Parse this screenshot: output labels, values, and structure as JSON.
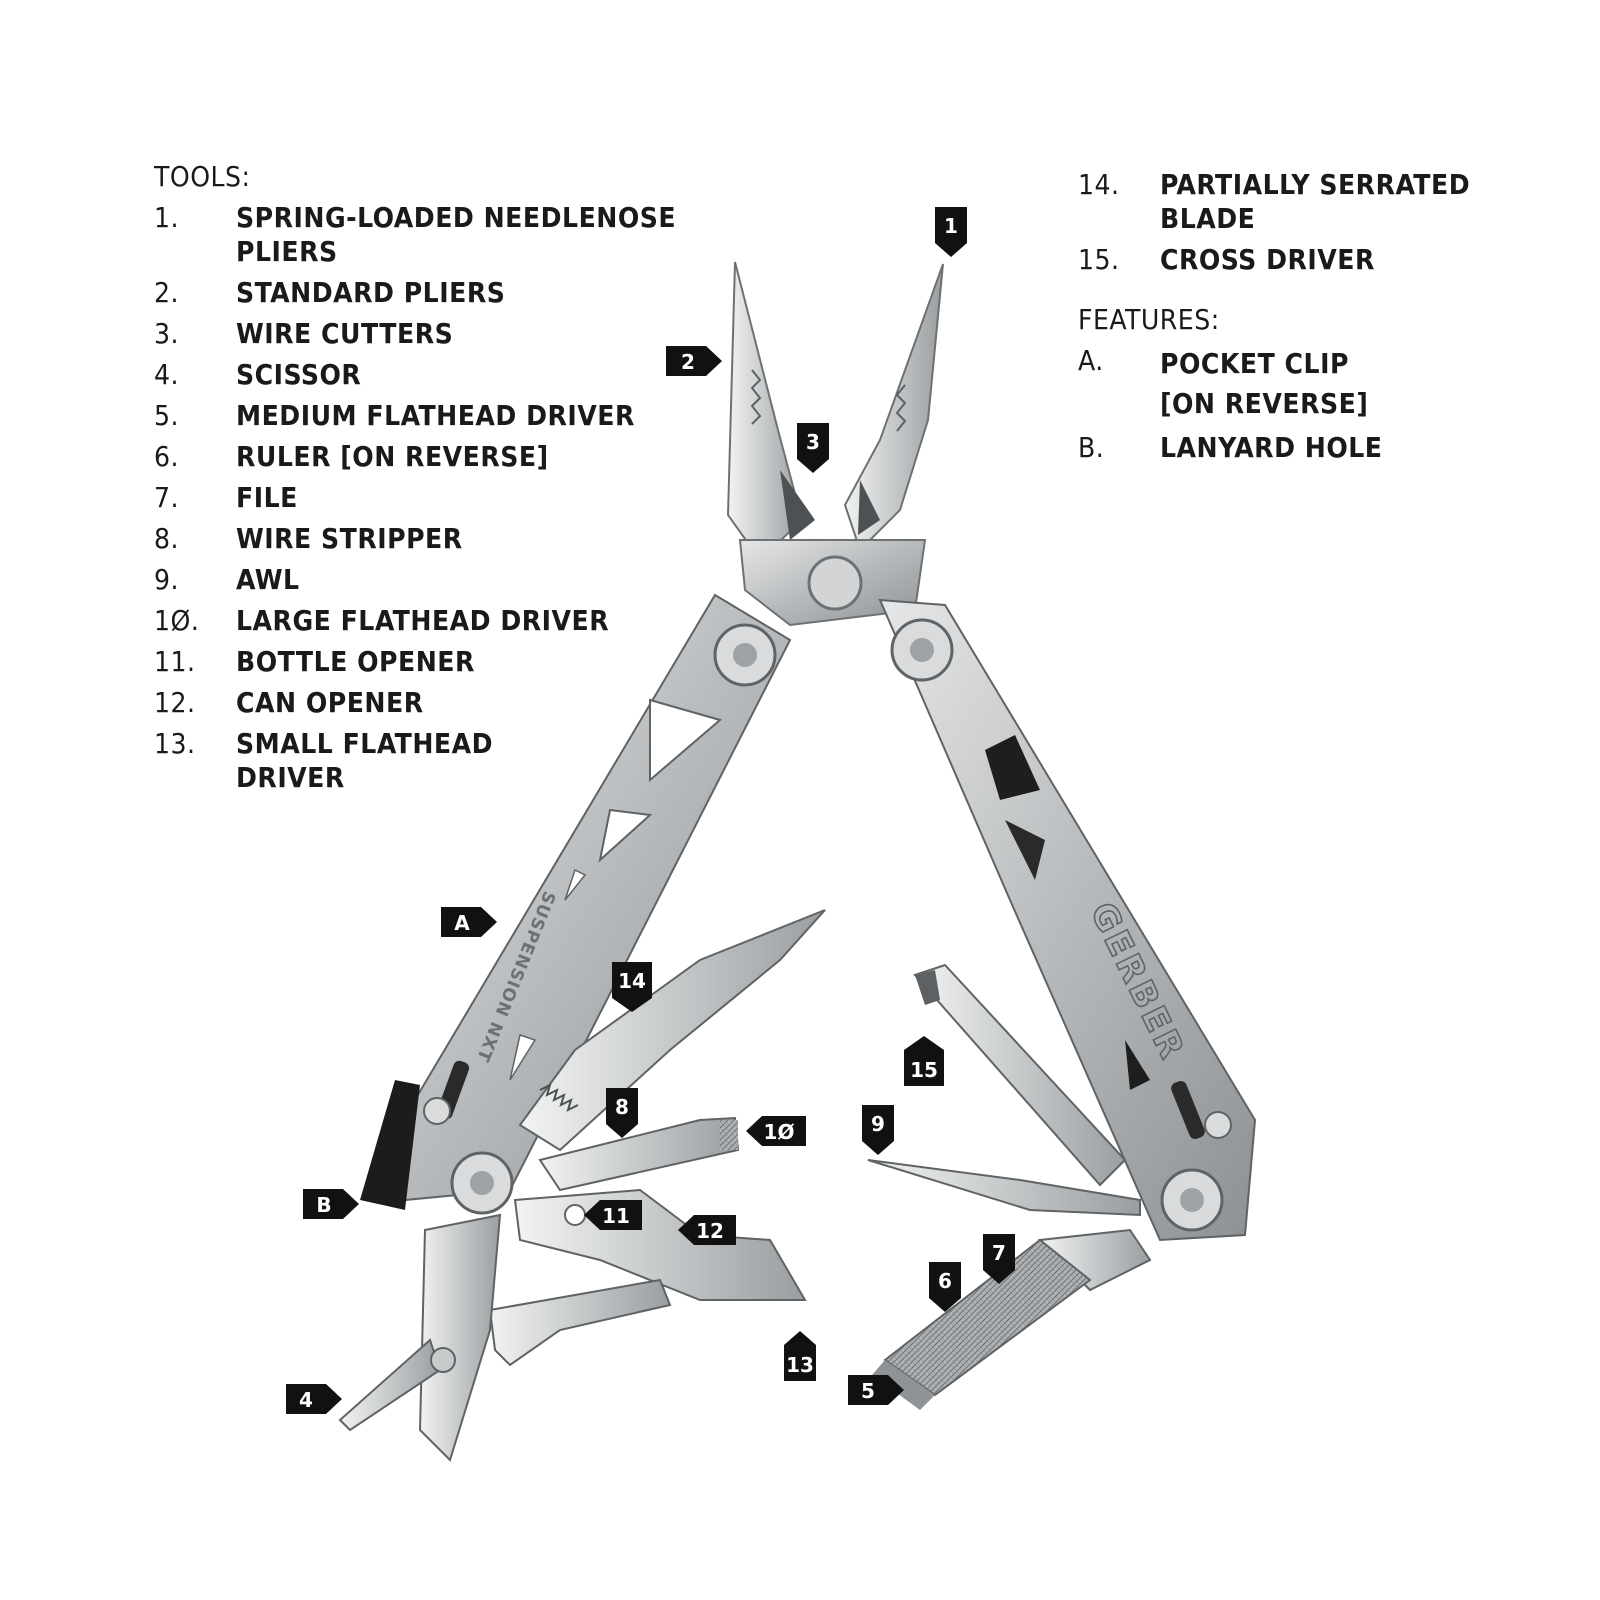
{
  "tools_heading": "TOOLS:",
  "tools": [
    {
      "num": "1.",
      "label": "SPRING-LOADED NEEDLENOSE\nPLIERS"
    },
    {
      "num": "2.",
      "label": "STANDARD PLIERS"
    },
    {
      "num": "3.",
      "label": "WIRE CUTTERS"
    },
    {
      "num": "4.",
      "label": "SCISSOR"
    },
    {
      "num": "5.",
      "label": "MEDIUM FLATHEAD DRIVER"
    },
    {
      "num": "6.",
      "label": "RULER [ON REVERSE]"
    },
    {
      "num": "7.",
      "label": "FILE"
    },
    {
      "num": "8.",
      "label": "WIRE STRIPPER"
    },
    {
      "num": "9.",
      "label": "AWL"
    },
    {
      "num": "1Ø.",
      "label": "LARGE FLATHEAD DRIVER"
    },
    {
      "num": "11.",
      "label": "BOTTLE OPENER"
    },
    {
      "num": "12.",
      "label": "CAN OPENER"
    },
    {
      "num": "13.",
      "label": "SMALL FLATHEAD\nDRIVER"
    },
    {
      "num": "14.",
      "label": "PARTIALLY SERRATED\nBLADE"
    },
    {
      "num": "15.",
      "label": "CROSS DRIVER"
    }
  ],
  "features_heading": "FEATURES:",
  "features": [
    {
      "num": "A.",
      "label": "POCKET CLIP\n[ON REVERSE]"
    },
    {
      "num": "B.",
      "label": "LANYARD HOLE"
    }
  ],
  "handle_texts": {
    "brand": "GERBER",
    "model": "SUSPENSION NXT"
  },
  "callouts": [
    "1",
    "2",
    "3",
    "4",
    "5",
    "6",
    "7",
    "8",
    "9",
    "1Ø",
    "11",
    "12",
    "13",
    "14",
    "15",
    "A",
    "B"
  ],
  "colors": {
    "steel": "#b9bcbe",
    "steel_dark": "#7f8385",
    "steel_light": "#dcdedf",
    "badge": "#111111",
    "text": "#1a1a1a"
  }
}
